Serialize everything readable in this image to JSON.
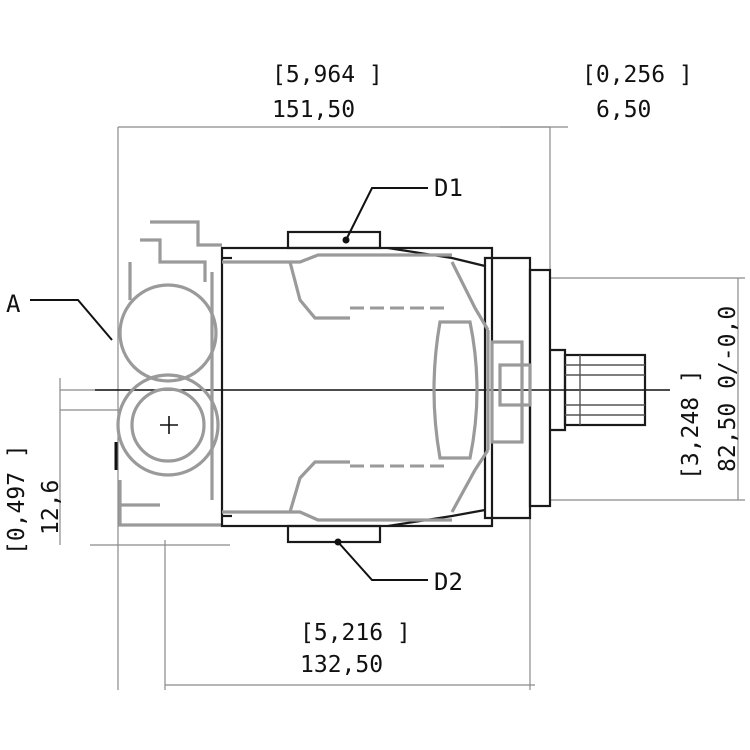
{
  "dimensions": {
    "overall_width_in": "[5,964 ]",
    "overall_width_mm": "151,50",
    "shaft_length_in": "[0,256 ]",
    "shaft_length_mm": "6,50",
    "port_offset_in": "[0,497 ]",
    "port_offset_mm": "12,6",
    "shaft_dia_in": "[3,248 ]",
    "shaft_dia_mm": "82,50 0/-0,0",
    "mount_width_in": "[5,216 ]",
    "mount_width_mm": "132,50"
  },
  "labels": {
    "port_d1": "D1",
    "port_d2": "D2",
    "port_a": "A"
  }
}
